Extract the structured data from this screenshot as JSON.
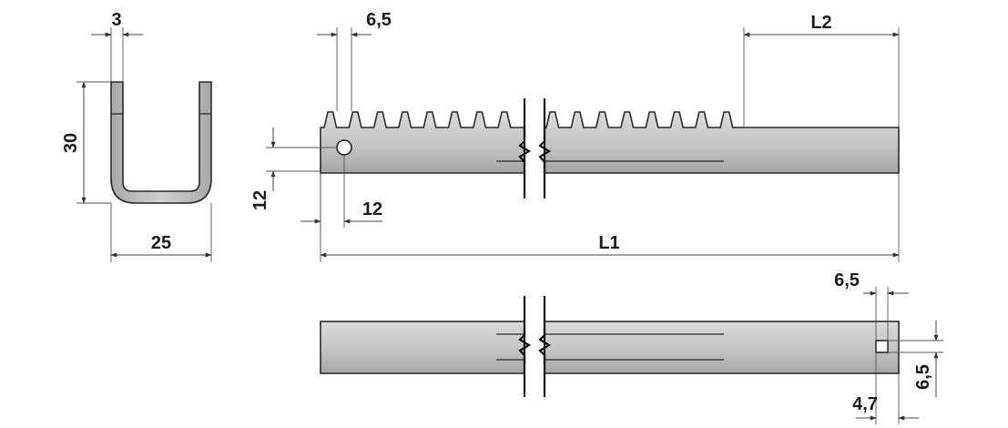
{
  "dimensions": {
    "profile_thickness": "3",
    "profile_height": "30",
    "profile_width": "25",
    "tooth_pitch": "6,5",
    "hole_height": "12",
    "hole_offset": "12",
    "toothless_length": "L2",
    "total_length": "L1",
    "bottom_hole_offset": "6,5",
    "square_hole_size": "4,7",
    "square_hole_height": "6,5"
  },
  "colors": {
    "steel_top": "#d4d4d4",
    "steel_bottom": "#a9a9a9",
    "outline": "#2a2a2a"
  }
}
